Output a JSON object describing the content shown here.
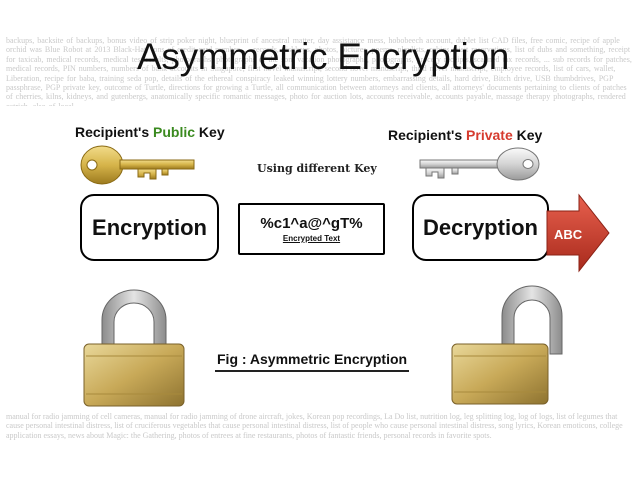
{
  "title": "Asymmetric Encryption",
  "background_text_top": "backups, backsite of backups, bonus video of strip poker night, blueprint of ancestral matter, day assistance mess, hobobeech account, dublet list CAD files, free comic, recipe of apple orchid was Blue Robot at 2013 Black-Hat, tons of credit card number, ... records, diskkeys, photos, pictures, poems, playlists, cabins, visit reservations, list of dubs and something, receipt for taxicab, medical records, medical test results, photographs, photographs of the son, vacation photographs, photographs, grocery receipts, scanned tax records, ... sub records for patches, medical records, PIN numbers, numbers of bank accounts in Singapore, first novel manuscript, second novel manuscript, third novel manuscript, employee records, list of cars, wallet, Liberation, recipe for baba, training seda pop, details of the ethereal conspiracy leaked winning lottery numbers, embarrassing details, hard drive, Bitch drive, USB thumbdrives, PGP passphrase, PGP private key, outcome of Turtle, directions for growing a Turtle, all communication between attorneys and clients, all attorneys' documents pertaining to clients of patches of cherries, kilns, kidneys, and gutenbergs, anatomically specific romantic messages, photo for auction lots, accounts receivable, accounts payable, massage therapy photographs, rendered ostrich, also of local",
  "background_text_bottom": "manual for radio jamming of cell cameras, manual for radio jamming of drone aircraft, jokes, Korean pop recordings, La Do list, nutrition log, leg splitting log, log of logs, list of legumes that cause personal intestinal distress, list of cruciferous vegetables that cause personal intestinal distress, list of people who cause personal intestinal distress, song lyrics, Korean emoticons, college application essays, news about Magic: the Gathering, photos of entrees at fine restaurants, photos of fantastic friends, personal records in favorite spots.",
  "diagram": {
    "public_key_label": {
      "prefix": "Recipient's ",
      "highlight": "Public",
      "suffix": " Key",
      "highlight_color": "#3a8a1f"
    },
    "private_key_label": {
      "prefix": "Recipient's ",
      "highlight": "Private",
      "suffix": " Key",
      "highlight_color": "#d63b2e"
    },
    "using_label": "Using different  Key",
    "encryption_box": "Encryption",
    "ciphertext": "%c1^a@^gT%",
    "ciphertext_caption": "Encrypted Text",
    "decryption_box": "Decryption",
    "output_arrow": "ABC",
    "caption": "Fig : Asymmetric Encryption",
    "lock_closed_icon": "padlock-closed-icon",
    "lock_open_icon": "padlock-open-icon",
    "public_key_icon": "gold-key-icon",
    "private_key_icon": "silver-key-icon"
  },
  "colors": {
    "arrow": "#c0392b",
    "gold": "#d6b44a",
    "shackle": "#a9a9a9"
  }
}
